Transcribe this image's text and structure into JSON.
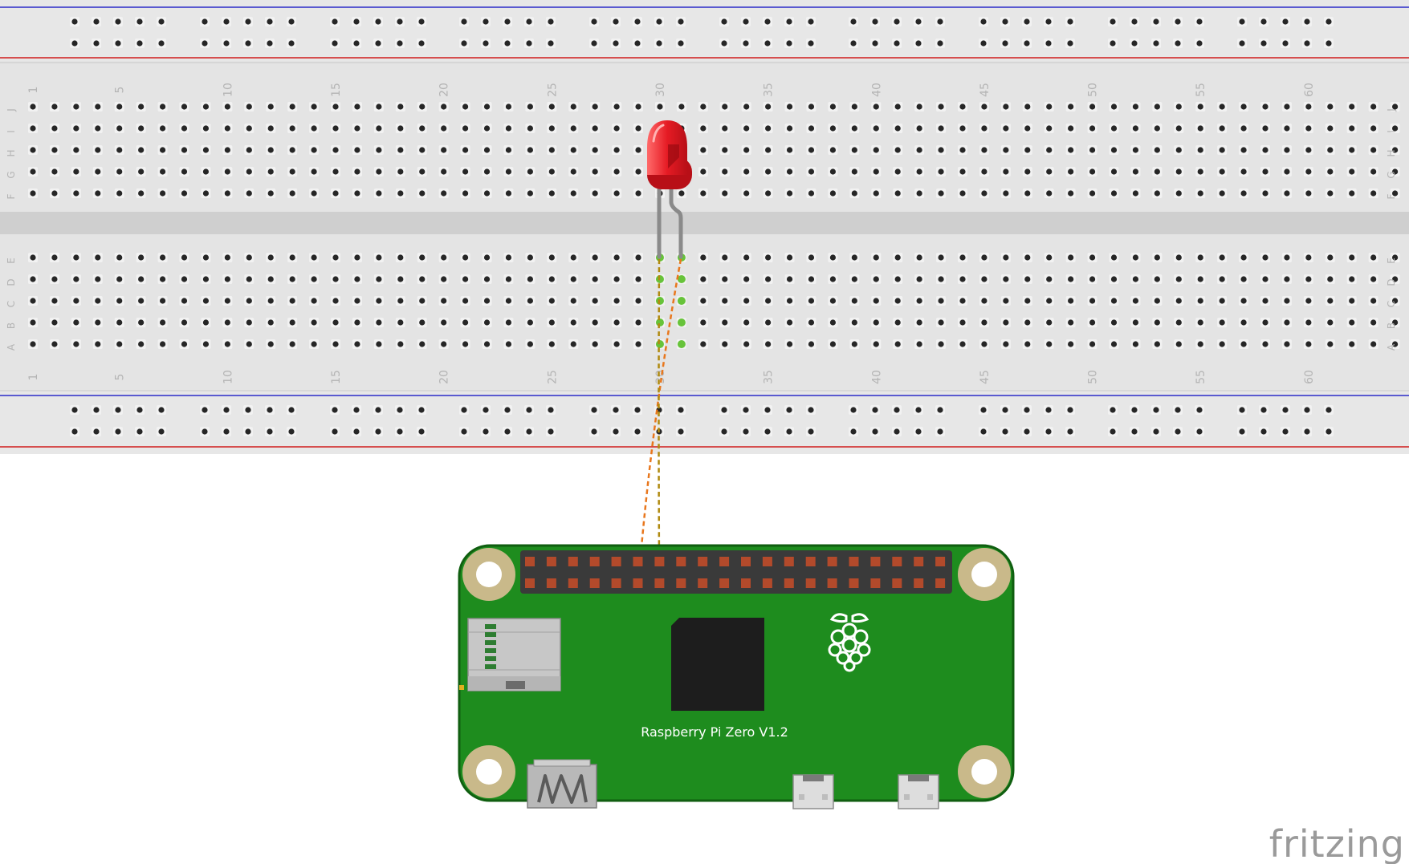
{
  "breadboard": {
    "columns": 64,
    "column_labels": [
      "1",
      "5",
      "10",
      "15",
      "20",
      "25",
      "30",
      "35",
      "40",
      "45",
      "50",
      "55",
      "60"
    ],
    "rows_top": [
      "J",
      "I",
      "H",
      "G",
      "F"
    ],
    "rows_bottom": [
      "E",
      "D",
      "C",
      "B",
      "A"
    ],
    "colors": {
      "body": "#e4e4e4",
      "rail_red": "#d01c1c",
      "rail_blue": "#2b2bc8",
      "hole": "#262626",
      "active_hole": "#67c33a"
    }
  },
  "led": {
    "color": "red",
    "hex": "#e51b24",
    "leg_columns": [
      30,
      31
    ]
  },
  "wires": [
    {
      "color": "#e8771d",
      "from": "row-e-col-31",
      "to": "gpio-header"
    },
    {
      "color": "#b08a10",
      "from": "row-e-col-30",
      "to": "gpio-header"
    }
  ],
  "board": {
    "label": "Raspberry Pi Zero V1.2",
    "pcb_color": "#1e8c1e",
    "logo_icon": "raspberry-pi-logo-icon"
  },
  "brand": {
    "text": "fritzing"
  }
}
